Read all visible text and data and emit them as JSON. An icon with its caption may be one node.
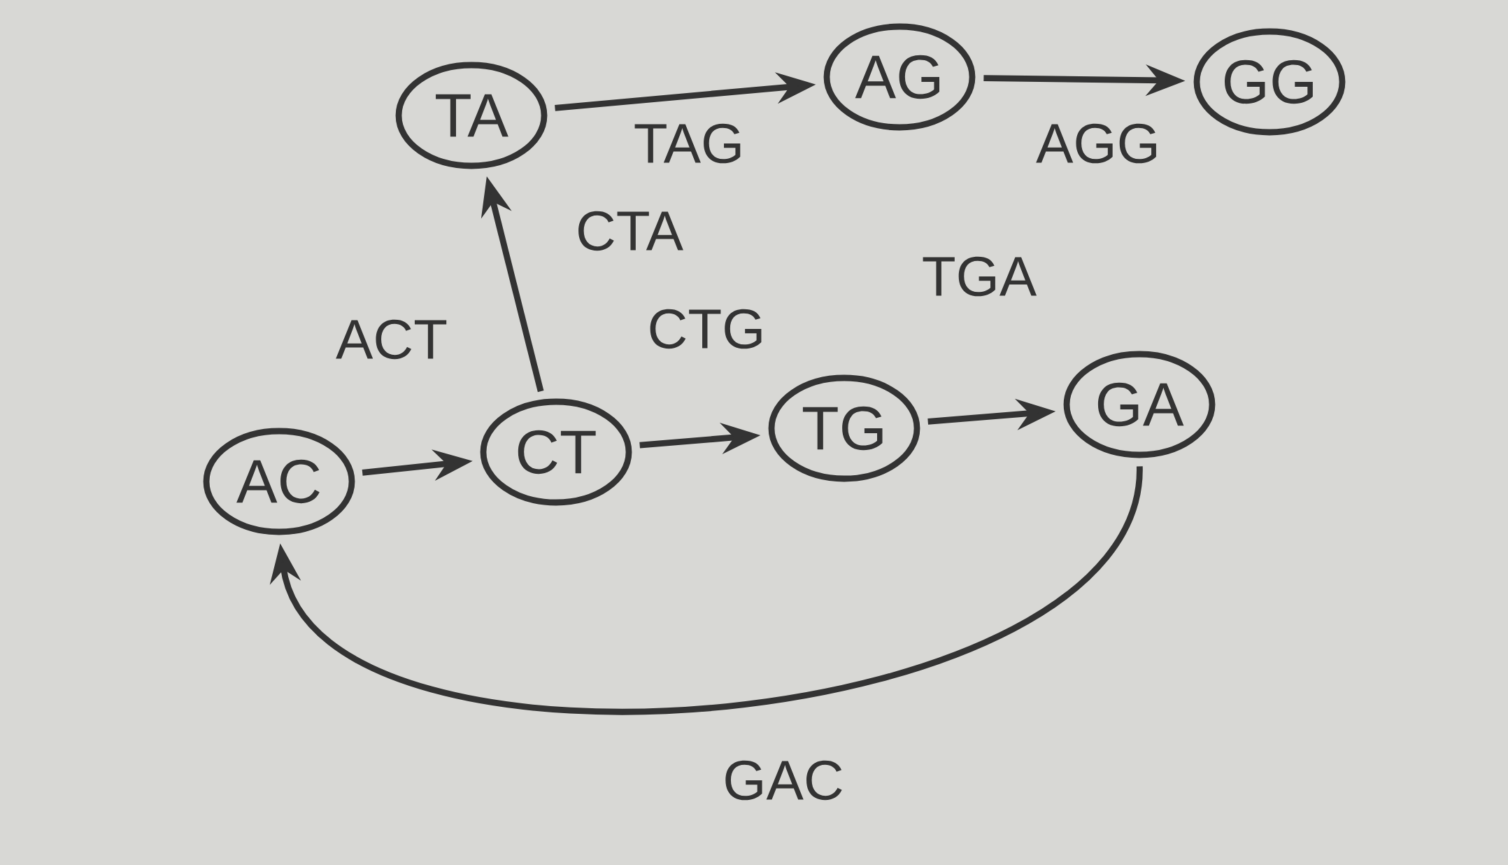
{
  "diagram": {
    "nodes": [
      {
        "text": [
          "TA"
        ]
      },
      {
        "text": [
          "AG"
        ]
      },
      {
        "text": [
          "GG"
        ]
      },
      {
        "text": [
          "AC"
        ]
      },
      {
        "text": [
          "CT"
        ]
      },
      {
        "text": [
          "TG"
        ]
      },
      {
        "text": [
          "GA"
        ]
      }
    ],
    "edges": [
      {
        "from": 0,
        "to": 1,
        "arrow": "to",
        "label": "TAG"
      },
      {
        "from": 1,
        "to": 2,
        "arrow": "to",
        "label": "AGG"
      },
      {
        "from": 4,
        "to": 0,
        "arrow": "to",
        "label": "CTA"
      },
      {
        "from": 3,
        "to": 4,
        "arrow": "to",
        "label": "ACT"
      },
      {
        "from": 4,
        "to": 5,
        "arrow": "to",
        "label": "CTG"
      },
      {
        "from": 5,
        "to": 6,
        "arrow": "to",
        "label": "TGA"
      },
      {
        "from": 6,
        "to": 3,
        "arrow": "to",
        "label": "GAC"
      }
    ]
  }
}
